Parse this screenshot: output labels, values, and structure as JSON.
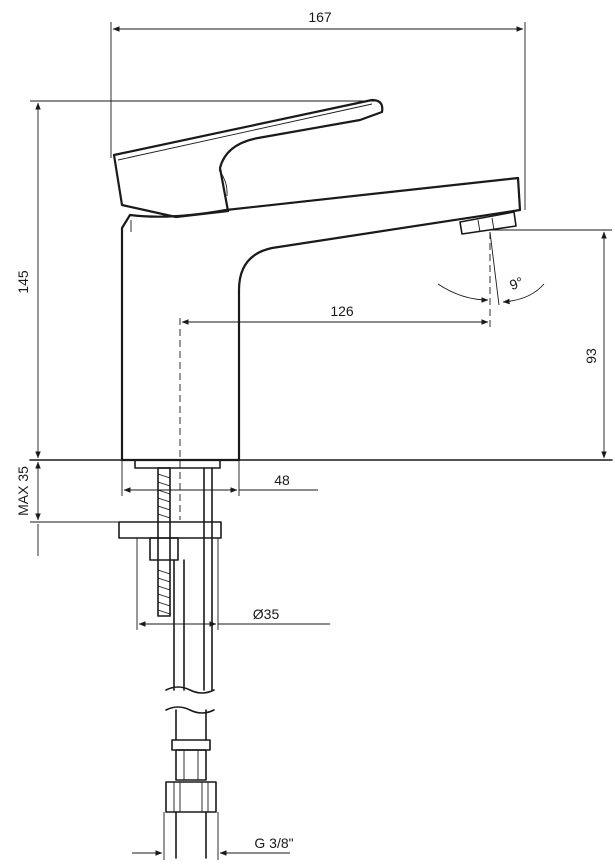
{
  "dimensions": {
    "overall_width": "167",
    "overall_height": "145",
    "spout_reach": "126",
    "spout_height": "93",
    "max_thickness": "MAX 35",
    "base_width": "48",
    "hole_diameter": "Ø35",
    "connection": "G 3/8\"",
    "spout_angle": "9°"
  }
}
